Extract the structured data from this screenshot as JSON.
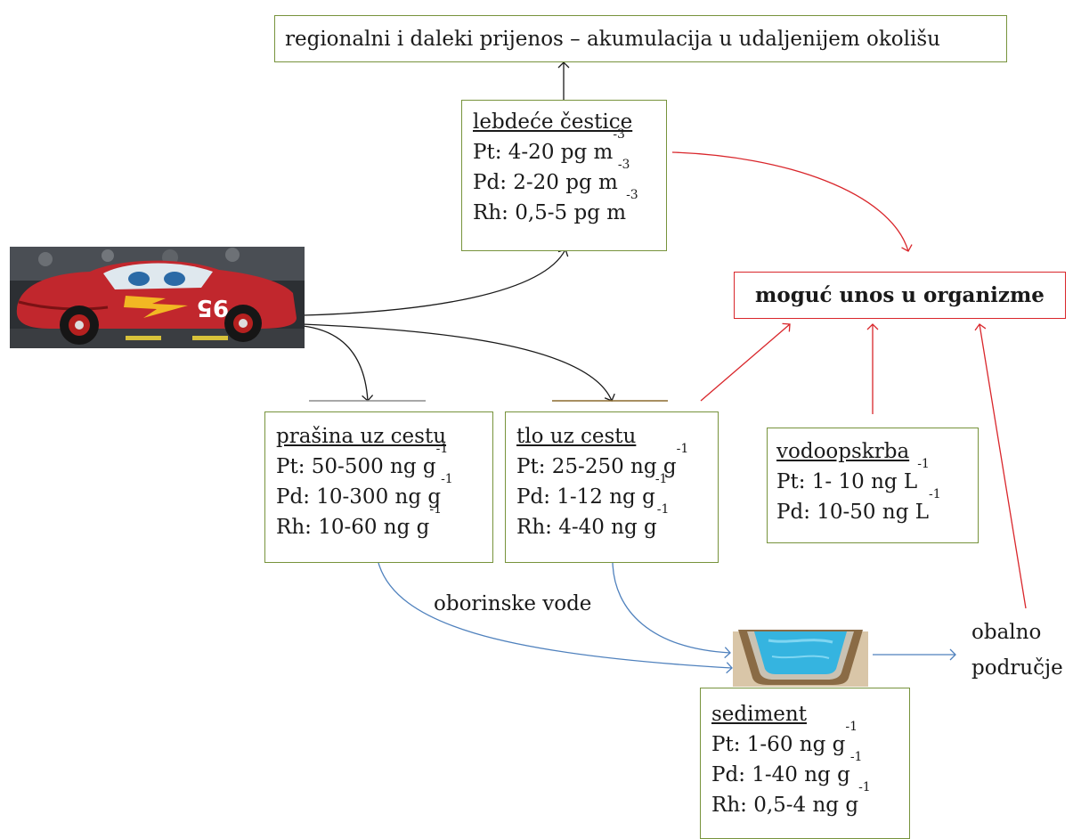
{
  "top_box": "regionalni i daleki prijenos – akumulacija u udaljenijem okolišu",
  "airborne": {
    "title": "lebdeće čestice",
    "rows": [
      {
        "t": "Pt: 4-20 pg m",
        "s": "-3"
      },
      {
        "t": "Pd: 2-20 pg m",
        "s": "-3"
      },
      {
        "t": "Rh: 0,5-5 pg m",
        "s": "-3"
      }
    ]
  },
  "organisms": "moguć unos u organizme",
  "dust": {
    "title": "prašina uz cestu",
    "rows": [
      {
        "t": "Pt: 50-500 ng g",
        "s": "-1"
      },
      {
        "t": "Pd: 10-300 ng g",
        "s": "-1"
      },
      {
        "t": "Rh: 10-60 ng g",
        "s": "-1"
      }
    ]
  },
  "soil": {
    "title": "tlo uz cestu",
    "rows": [
      {
        "t": "Pt: 25-250 ng g",
        "s": "-1"
      },
      {
        "t": "Pd: 1-12 ng g",
        "s": "-1"
      },
      {
        "t": "Rh: 4-40 ng g",
        "s": "-1"
      }
    ]
  },
  "water_supply": {
    "title": "vodoopskrba",
    "rows": [
      {
        "t": "Pt: 1- 10 ng L",
        "s": "-1"
      },
      {
        "t": "Pd: 10-50 ng L",
        "s": "-1"
      }
    ]
  },
  "sediment": {
    "title": "sediment",
    "rows": [
      {
        "t": "Pt: 1-60 ng g",
        "s": "-1"
      },
      {
        "t": "Pd: 1-40 ng g",
        "s": "-1"
      },
      {
        "t": "Rh: 0,5-4 ng g",
        "s": "-1"
      }
    ]
  },
  "stormwater_label": "oborinske vode",
  "coastal_label_1": "obalno",
  "coastal_label_2": "područje",
  "colors": {
    "box_border": "#77933c",
    "red": "#d9262b",
    "blue": "#4f81bd",
    "dark": "#1a1a1a"
  }
}
